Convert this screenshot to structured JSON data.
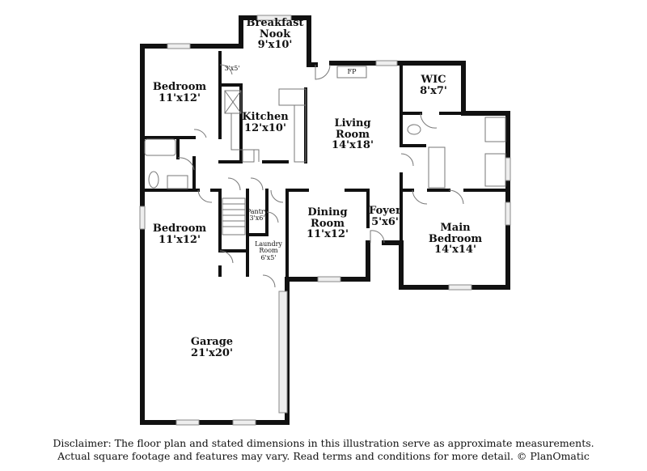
{
  "rooms": {
    "breakfast_nook": {
      "name_line1": "Breakfast",
      "name_line2": "Nook",
      "size": "9'x10'"
    },
    "closet_top": {
      "size": "3'x5'"
    },
    "bedroom_top": {
      "name": "Bedroom",
      "size": "11'x12'"
    },
    "kitchen": {
      "name": "Kitchen",
      "size": "12'x10'"
    },
    "living_room": {
      "name_line1": "Living",
      "name_line2": "Room",
      "size": "14'x18'"
    },
    "fireplace": {
      "label": "FP"
    },
    "wic": {
      "name": "WIC",
      "size": "8'x7'"
    },
    "bedroom_mid": {
      "name": "Bedroom",
      "size": "11'x12'"
    },
    "pantry": {
      "name": "Pantry",
      "size": "3'x6'"
    },
    "laundry": {
      "name_line1": "Laundry",
      "name_line2": "Room",
      "size": "6'x5'"
    },
    "dining_room": {
      "name_line1": "Dining",
      "name_line2": "Room",
      "size": "11'x12'"
    },
    "foyer": {
      "name": "Foyer",
      "size": "5'x6'"
    },
    "main_bedroom": {
      "name_line1": "Main",
      "name_line2": "Bedroom",
      "size": "14'x14'"
    },
    "garage": {
      "name": "Garage",
      "size": "21'x20'"
    }
  },
  "disclaimer": {
    "line1": "Disclaimer: The floor plan and stated dimensions in this illustration serve as approximate measurements.",
    "line2": "Actual square footage and features may vary. Read terms and conditions for more detail. © PlanOmatic"
  }
}
